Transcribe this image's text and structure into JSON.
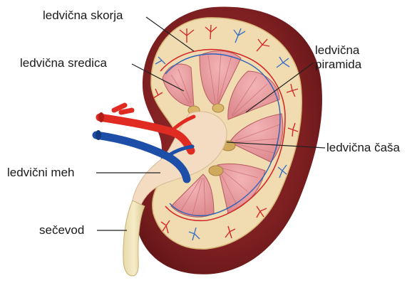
{
  "diagram": {
    "labels": {
      "skorja": "ledvična skorja",
      "sredica": "ledvična sredica",
      "piramida_line1": "ledvična",
      "piramida_line2": "piramida",
      "casa": "ledvična čaša",
      "meh": "ledvični meh",
      "secevod": "sečevod"
    }
  }
}
